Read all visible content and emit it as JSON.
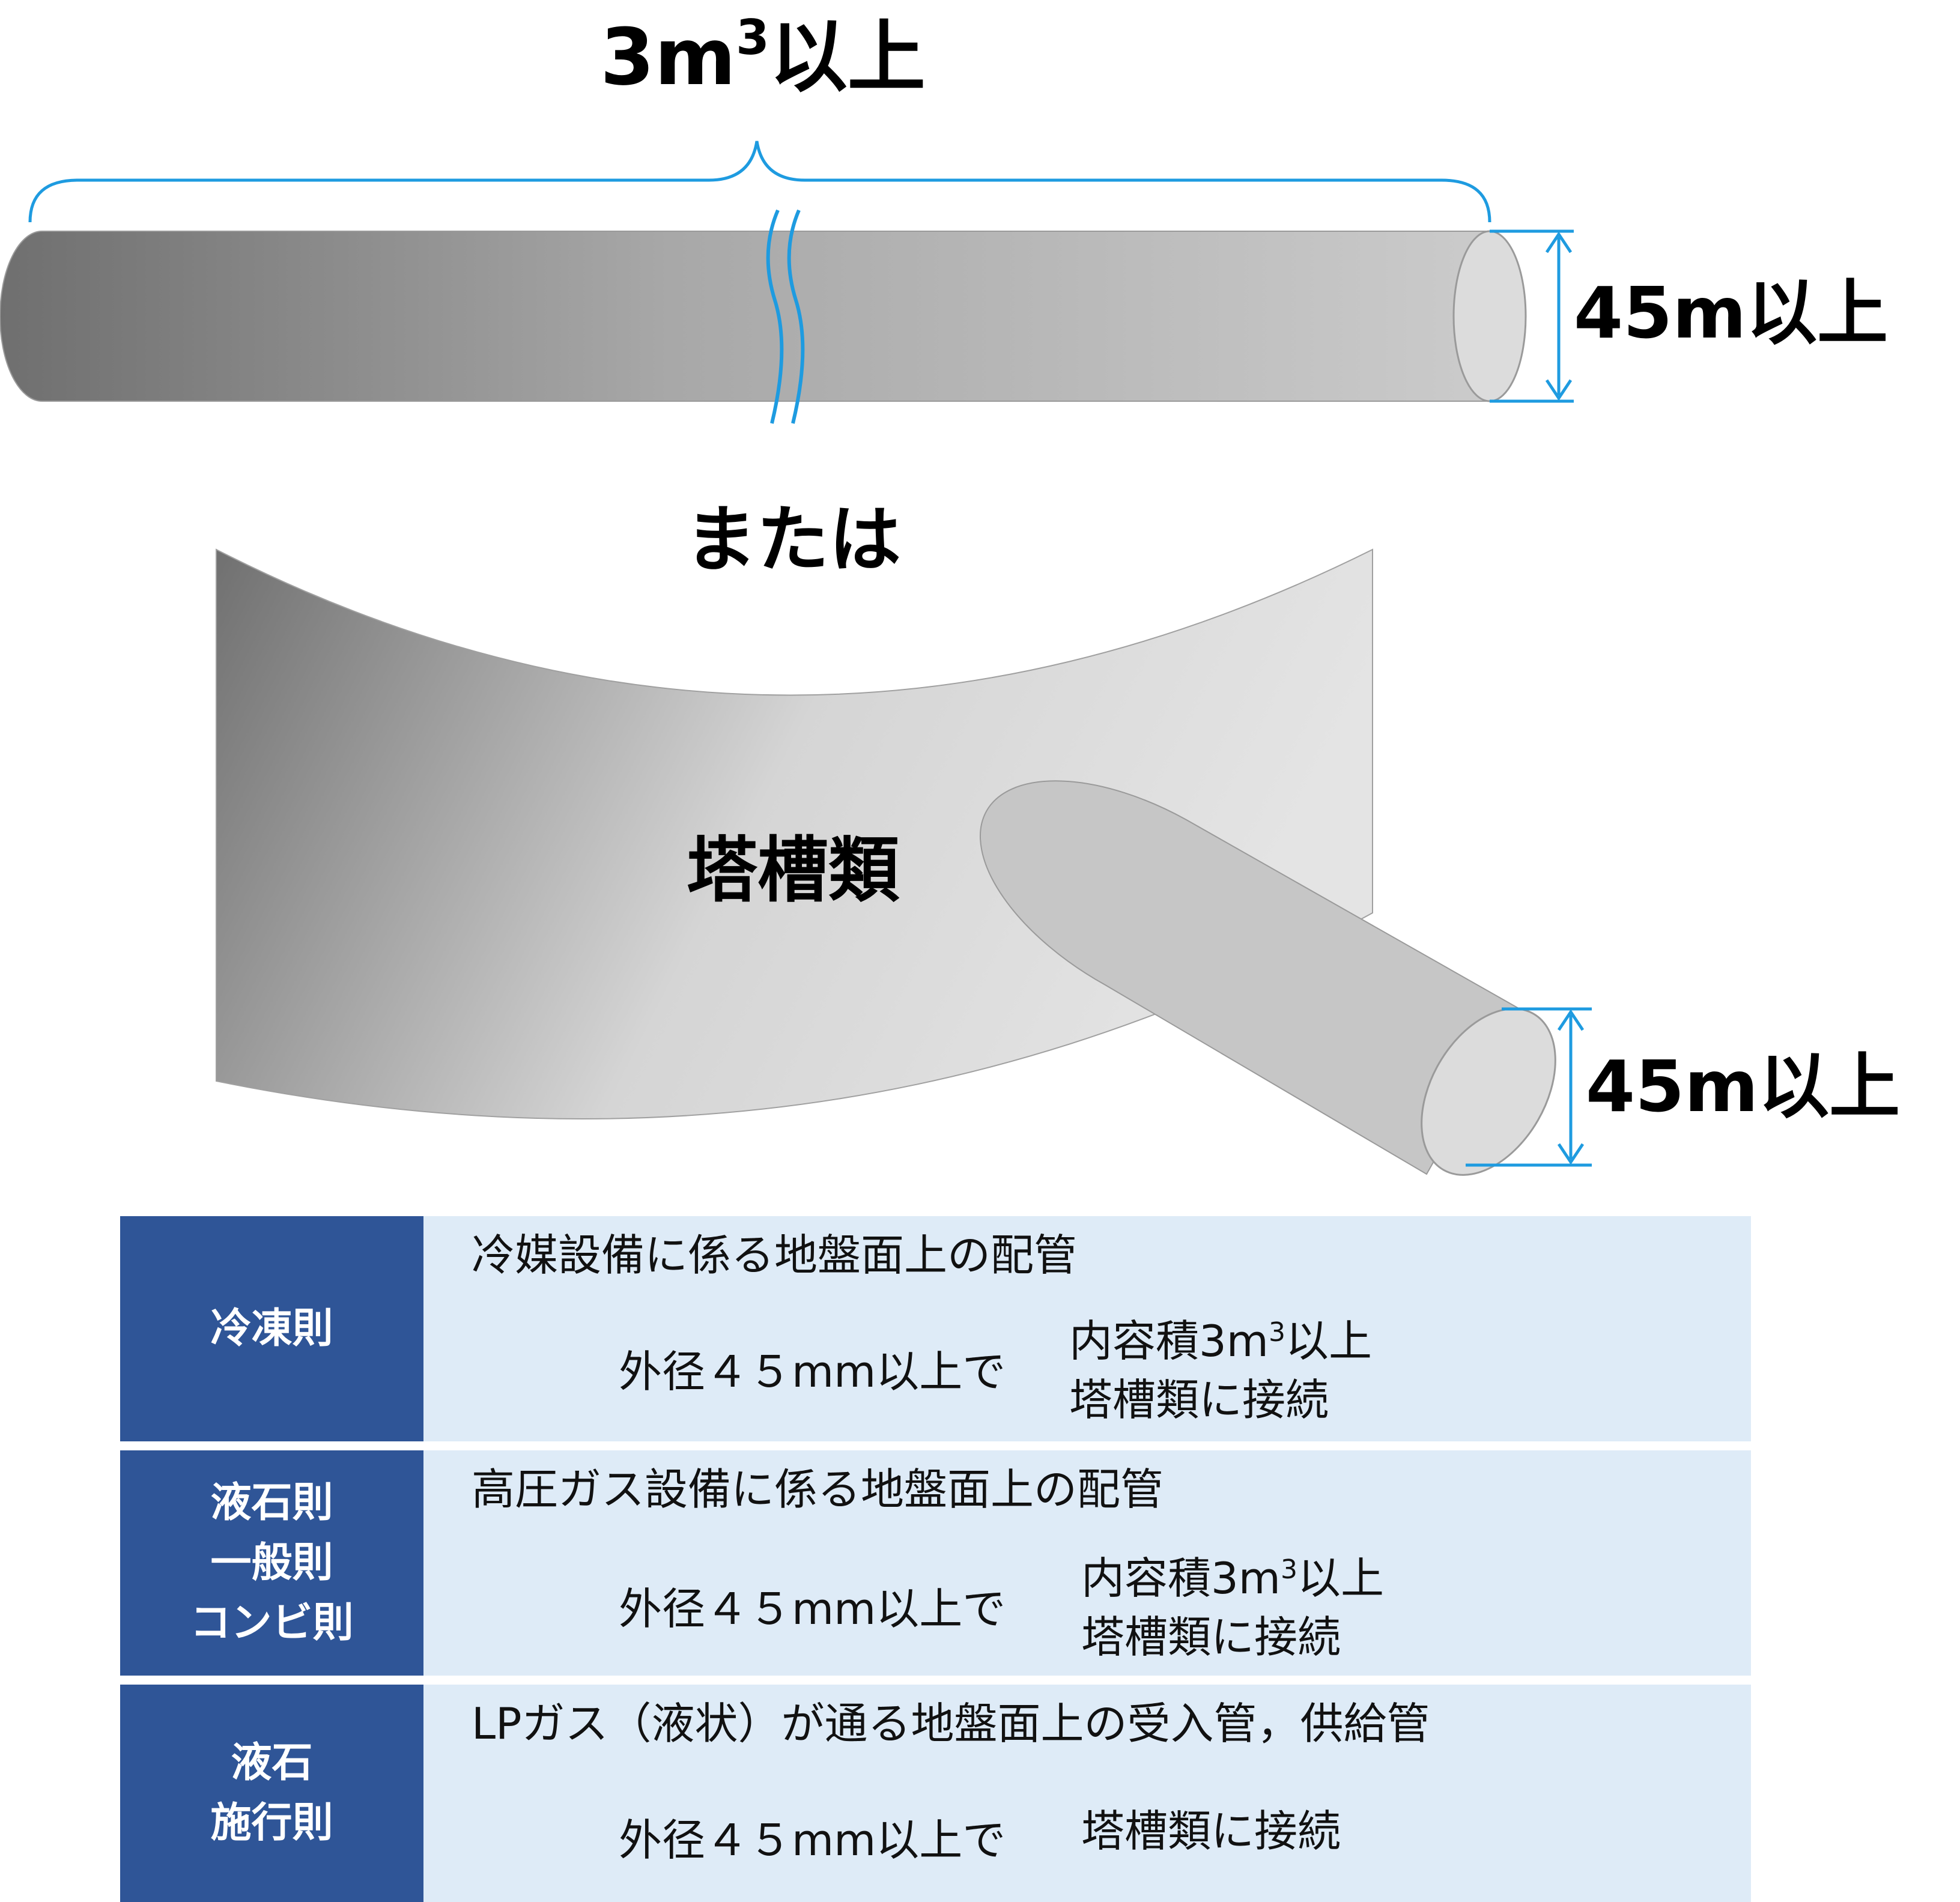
{
  "top_volume_label": "3m³以上",
  "top_volume_base": "3m",
  "top_volume_sup": "3",
  "top_volume_suffix": "以上",
  "top_diameter_label": "45m以上",
  "or_label": "または",
  "tank_label": "塔槽類",
  "branch_diameter_label": "45m以上",
  "colors": {
    "dimension_line": "#1e9be0",
    "row_label_bg": "#2f5597",
    "row_body_bg": "#deebf7"
  },
  "rows": [
    {
      "label_lines": [
        "冷凍則"
      ],
      "title": "冷媒設備に係る地盤面上の配管",
      "condition": "外径４５mm以上で",
      "target_line1_base": "内容積3m",
      "target_line1_sup": "3",
      "target_line1_suffix": "以上",
      "target_line2": "塔槽類に接続"
    },
    {
      "label_lines": [
        "液石則",
        "一般則",
        "コンビ則"
      ],
      "title": "高圧ガス設備に係る地盤面上の配管",
      "condition": "外径４５mm以上で",
      "target_line1_base": "内容積3m",
      "target_line1_sup": "3",
      "target_line1_suffix": "以上",
      "target_line2": "塔槽類に接続"
    },
    {
      "label_lines": [
        "液石",
        "施行則"
      ],
      "title": "LPガス（液状）が通る地盤面上の受入管，供給管",
      "condition": "外径４５mm以上で",
      "target_line2": "塔槽類に接続"
    }
  ]
}
